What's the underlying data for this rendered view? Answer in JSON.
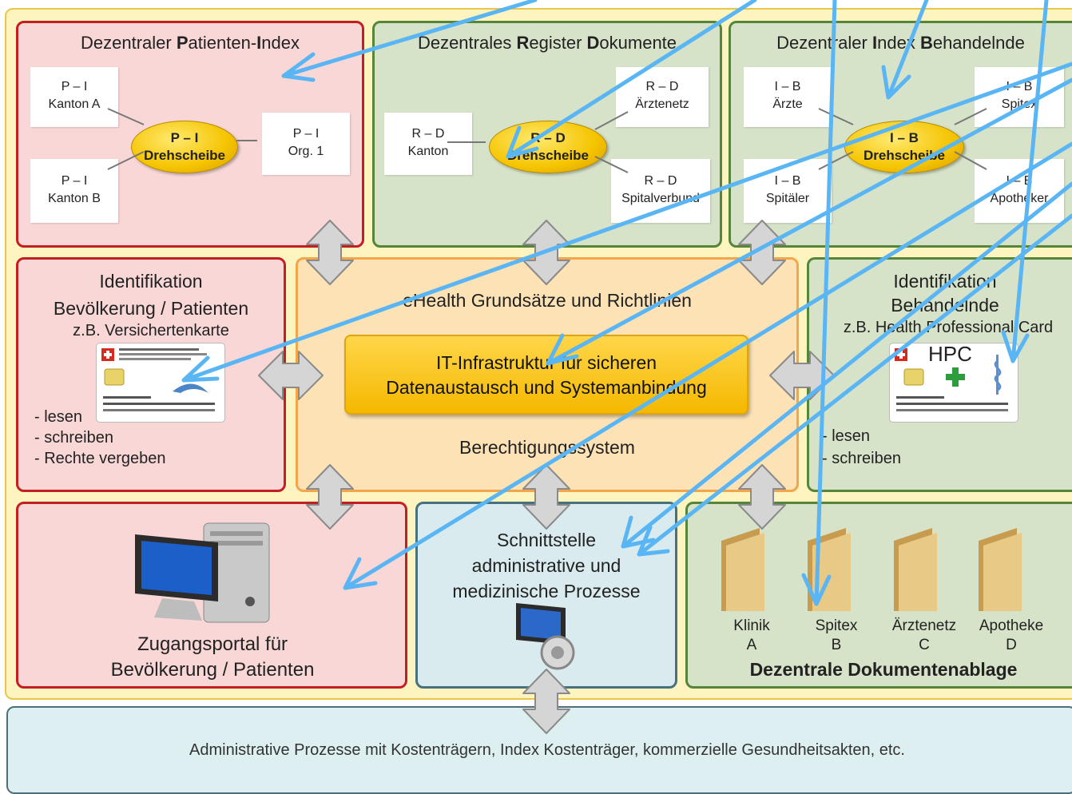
{
  "panels": {
    "patient_index": {
      "title_bold_1": "Dezentraler ",
      "title_bold_2": "P",
      "title_rest_1": "atienten-",
      "title_bold_3": "I",
      "title_rest_2": "ndex",
      "boxes": [
        {
          "line1": "P – I",
          "line2": "Kanton A"
        },
        {
          "line1": "P – I",
          "line2": "Kanton B"
        },
        {
          "line1": "P – I",
          "line2": "Org. 1"
        }
      ],
      "hub": {
        "line1": "P – I",
        "line2": "Drehscheibe"
      }
    },
    "register_docs": {
      "t1": "Dezentrales ",
      "t2": "R",
      "t3": "egister ",
      "t4": "D",
      "t5": "okumente",
      "boxes": [
        {
          "line1": "R – D",
          "line2": "Kanton"
        },
        {
          "line1": "R – D",
          "line2": "Ärztenetz"
        },
        {
          "line1": "R – D",
          "line2": "Spitalverbund"
        }
      ],
      "hub": {
        "line1": "R – D",
        "line2": "Drehscheibe"
      }
    },
    "index_treating": {
      "t1": "Dezentraler ",
      "t2": "I",
      "t3": "ndex ",
      "t4": "B",
      "t5": "ehandelnde",
      "boxes": [
        {
          "line1": "I – B",
          "line2": "Ärzte"
        },
        {
          "line1": "I – B",
          "line2": "Spitäler"
        },
        {
          "line1": "I – B",
          "line2": "Spitex"
        },
        {
          "line1": "I – B",
          "line2": "Apotheker"
        }
      ],
      "hub": {
        "line1": "I – B",
        "line2": "Drehscheibe"
      }
    },
    "id_population": {
      "line1": "Identifikation",
      "line2": "Bevölkerung / Patienten",
      "line3": "z.B. Versichertenkarte",
      "list": [
        "- lesen",
        "- schreiben",
        "- Rechte vergeben"
      ]
    },
    "ehealth": {
      "heading": "eHealth Grundsätze und Richtlinien",
      "it_line1": "IT-Infrastruktur für sicheren",
      "it_line2": "Datenaustausch und Systemanbindung",
      "auth": "Berechtigungssystem"
    },
    "id_treating": {
      "line1": "Identifikation",
      "line2": "Behandelnde",
      "line3": "z.B. Health Professional Card",
      "hpc": "HPC",
      "list": [
        "- lesen",
        "- schreiben"
      ]
    },
    "portal": {
      "line1": "Zugangsportal für",
      "line2": "Bevölkerung / Patienten"
    },
    "interface": {
      "line1": "Schnittstelle",
      "line2": "administrative und",
      "line3": "medizinische Prozesse"
    },
    "doc_storage": {
      "folders": [
        {
          "name": "Klinik",
          "code": "A"
        },
        {
          "name": "Spitex",
          "code": "B"
        },
        {
          "name": "Ärztenetz",
          "code": "C"
        },
        {
          "name": "Apotheke",
          "code": "D"
        }
      ],
      "title": "Dezentrale Dokumentenablage"
    },
    "admin": {
      "text": "Administrative Prozesse mit Kostenträgern, Index Kostenträger, kommerzielle Gesundheitsakten, etc."
    }
  },
  "colors": {
    "red_border": "#c41e25",
    "green_border": "#56853a",
    "orange_border": "#f2a54a",
    "blue_overlay_arrows": "#5ab5f5",
    "hub_yellow": "#f5c400"
  }
}
